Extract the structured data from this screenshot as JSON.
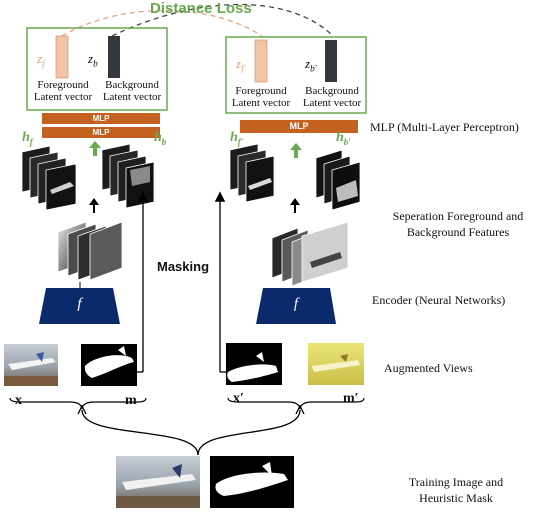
{
  "title": "Distance Loss",
  "left_branch": {
    "z_fg": "z",
    "z_fg_sub": "f",
    "z_bg": "z",
    "z_bg_sub": "b",
    "fg_caption_1": "Foreground",
    "fg_caption_2": "Latent vector",
    "bg_caption_1": "Background",
    "bg_caption_2": "Latent vector",
    "mlp_top": "MLP",
    "mlp_bottom": "MLP",
    "h_fg": "h",
    "h_fg_sub": "f",
    "h_bg": "h",
    "h_bg_sub": "b",
    "encoder": "f",
    "x": "x",
    "m": "m"
  },
  "right_branch": {
    "z_fg": "z",
    "z_fg_sub": "f′",
    "z_bg": "z",
    "z_bg_sub": "b′",
    "fg_caption_1": "Foreground",
    "fg_caption_2": "Latent vector",
    "bg_caption_1": "Background",
    "bg_caption_2": "Latent vector",
    "mlp": "MLP",
    "h_fg": "h",
    "h_fg_sub": "f′",
    "h_bg": "h",
    "h_bg_sub": "b′",
    "encoder": "f",
    "x": "x′",
    "m": "m′"
  },
  "masking": "Masking",
  "stage_labels": {
    "mlp": "MLP (Multi-Layer Perceptron)",
    "separation_1": "Seperation Foreground and",
    "separation_2": "Background Features",
    "encoder": "Encoder (Neural Networks)",
    "augmented": "Augmented Views",
    "training_1": "Training Image and",
    "training_2": "Heuristic Mask"
  },
  "colors": {
    "green": "#6aa84f",
    "mlp_orange": "#c5611f",
    "encoder_navy": "#0b2a6b",
    "fg_vector": "#f2c4a6",
    "bg_vector": "#333840",
    "z_fg_text": "#e8a27a",
    "yellow_tint": "#e6dd6a"
  }
}
